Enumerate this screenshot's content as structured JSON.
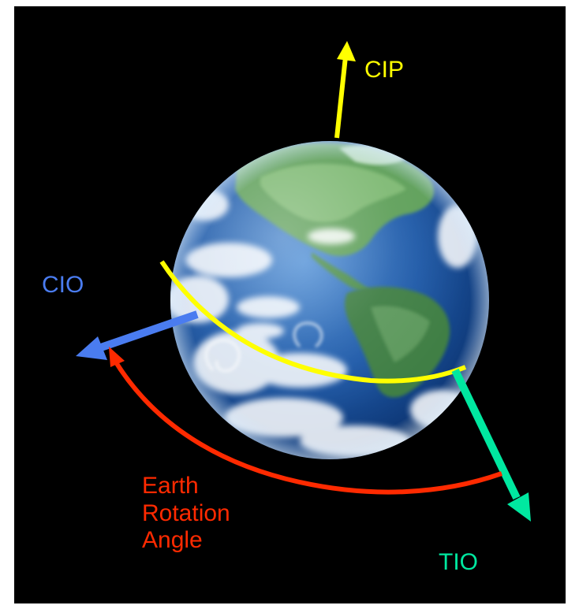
{
  "labels": {
    "cip": "CIP",
    "cio": "CIO",
    "tio": "TIO",
    "era": [
      "Earth",
      "Rotation",
      "Angle"
    ]
  },
  "colors": {
    "background": "#000000",
    "cip": "#ffff00",
    "cio": "#4a7cf0",
    "tio": "#00e8a0",
    "era": "#ff2a00",
    "equator": "#ffff00"
  },
  "icons": {
    "earth": "earth-globe-image"
  }
}
